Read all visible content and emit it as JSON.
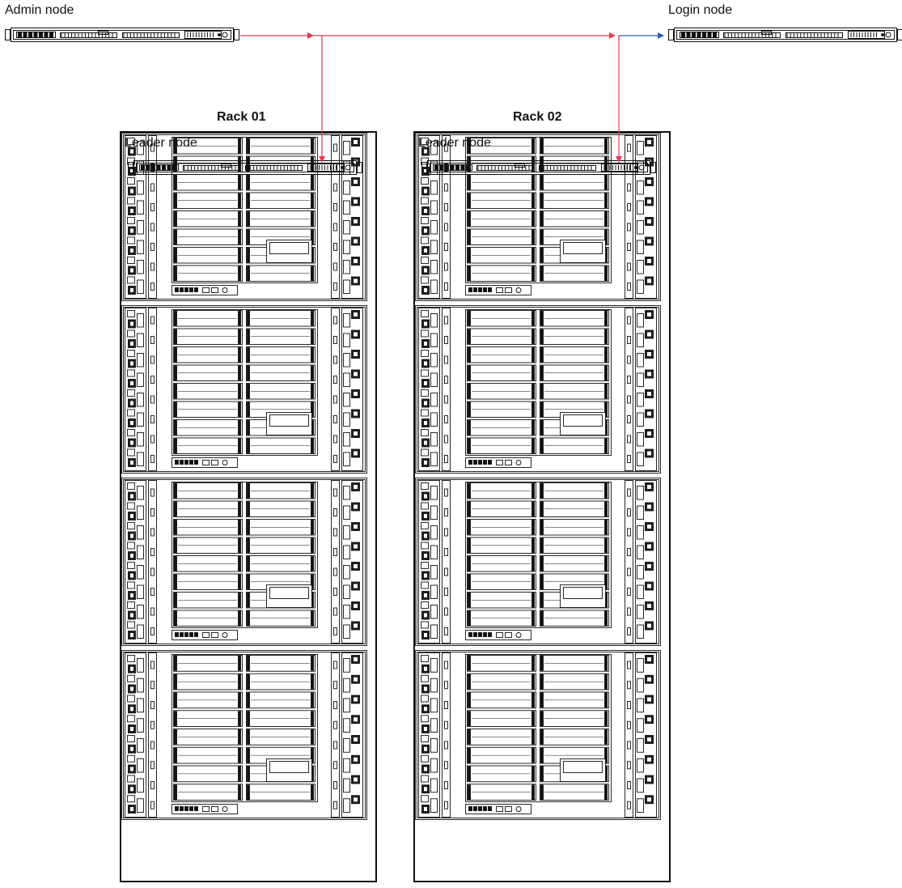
{
  "nodes": {
    "admin": {
      "label": "Admin node"
    },
    "login": {
      "label": "Login node"
    }
  },
  "racks": [
    {
      "title": "Rack 01",
      "leader_label": "Leader node",
      "chassis_count": 4
    },
    {
      "title": "Rack 02",
      "leader_label": "Leader node",
      "chassis_count": 4
    }
  ],
  "link_colors": {
    "admin_network": "#e03a4e",
    "login_network": "#2a5db0"
  }
}
